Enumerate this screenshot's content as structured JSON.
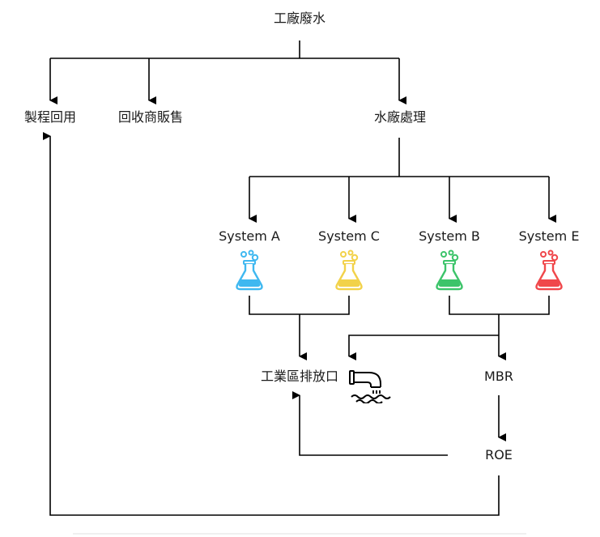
{
  "nodes": {
    "root": "工廠廢水",
    "reuse": "製程回用",
    "sell": "回收商販售",
    "plant": "水廠處理",
    "sys_a": "System A",
    "sys_c": "System C",
    "sys_b": "System B",
    "sys_e": "System E",
    "discharge": "工業區排放口",
    "mbr": "MBR",
    "roe": "ROE"
  },
  "flask_colors": {
    "sys_a": "#3fb8f0",
    "sys_c": "#f2d24a",
    "sys_b": "#3cc46a",
    "sys_e": "#f0474b"
  },
  "icons": {
    "flask": "flask-icon",
    "discharge": "outfall-pipe-icon"
  }
}
